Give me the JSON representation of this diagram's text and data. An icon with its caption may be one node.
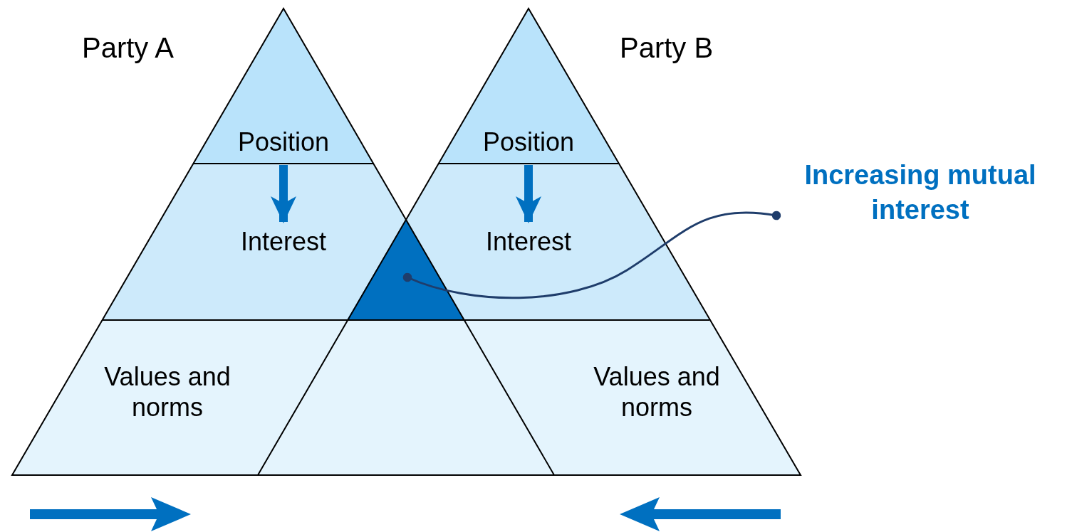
{
  "diagram": {
    "nodes": [
      {
        "text": [
          "Position"
        ]
      },
      {
        "text": [
          "Interest"
        ]
      },
      {
        "text": [
          "Values and norms"
        ]
      },
      {
        "text": [
          "Position"
        ]
      },
      {
        "text": [
          "Interest"
        ]
      },
      {
        "text": [
          "Values and norms"
        ]
      },
      {
        "text": [],
        "shape": "triangle"
      },
      {
        "text": [
          "Increasing mutual interest"
        ]
      }
    ],
    "edges": [
      {
        "from": 0,
        "to": 1,
        "arrow": "to"
      },
      {
        "from": 3,
        "to": 4,
        "arrow": "to"
      },
      {
        "from": 7,
        "to": 6,
        "arrow": "other",
        "color": "#1f3d6b"
      }
    ],
    "labels": [
      "Party A",
      "Party B"
    ]
  }
}
